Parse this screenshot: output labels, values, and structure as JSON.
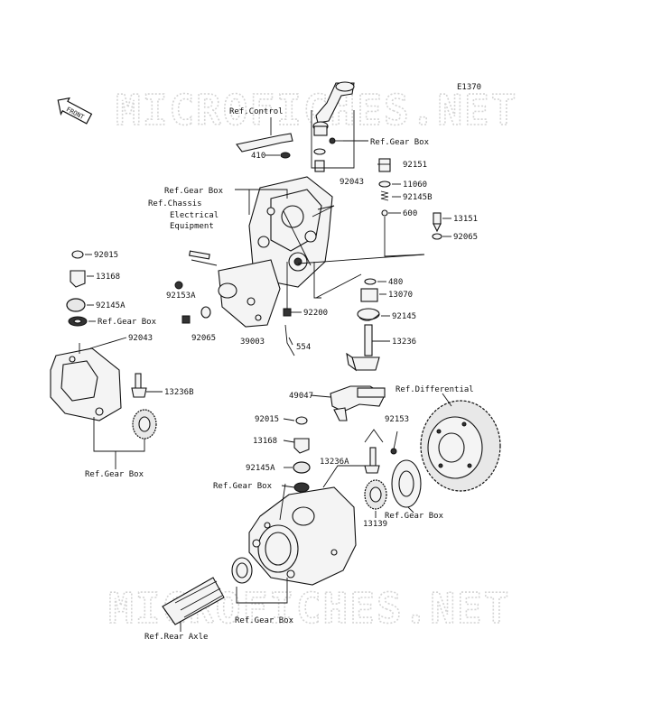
{
  "diagram": {
    "code": "E1370",
    "front_label": "FRONT",
    "watermark": "MICROFICHES.NET",
    "labels": {
      "ref_control": "Ref.Control",
      "ref_gear_box_top": "Ref.Gear Box",
      "ref_gear_box_left_top": "Ref.Gear Box",
      "ref_chassis_1": "Ref.Chassis",
      "ref_chassis_2": "Electrical",
      "ref_chassis_3": "Equipment",
      "p410": "410",
      "p92151": "92151",
      "p11060": "11060",
      "p92145B": "92145B",
      "p600": "600",
      "p92043_top": "92043",
      "p13151": "13151",
      "p92065_right": "92065",
      "p92015_left": "92015",
      "p13168_left": "13168",
      "p92145A_left": "92145A",
      "ref_gear_box_left_mid": "Ref.Gear Box",
      "p92043_left": "92043",
      "p92153A": "92153A",
      "p92065_mid": "92065",
      "p480": "480",
      "p13070": "13070",
      "p92200": "92200",
      "p92145": "92145",
      "p39003": "39003",
      "p554": "554",
      "p13236": "13236",
      "p13236B": "13236B",
      "ref_differential": "Ref.Differential",
      "p49047": "49047",
      "p92015_mid": "92015",
      "p92153": "92153",
      "p13168_mid": "13168",
      "p92145A_mid": "92145A",
      "p13236A": "13236A",
      "ref_gear_box_mid": "Ref.Gear Box",
      "ref_gear_box_left_bottom": "Ref.Gear Box",
      "p13139": "13139",
      "ref_gear_box_right_bottom": "Ref.Gear Box",
      "ref_gear_box_bottom": "Ref.Gear Box",
      "ref_rear_axle": "Ref.Rear Axle"
    }
  }
}
